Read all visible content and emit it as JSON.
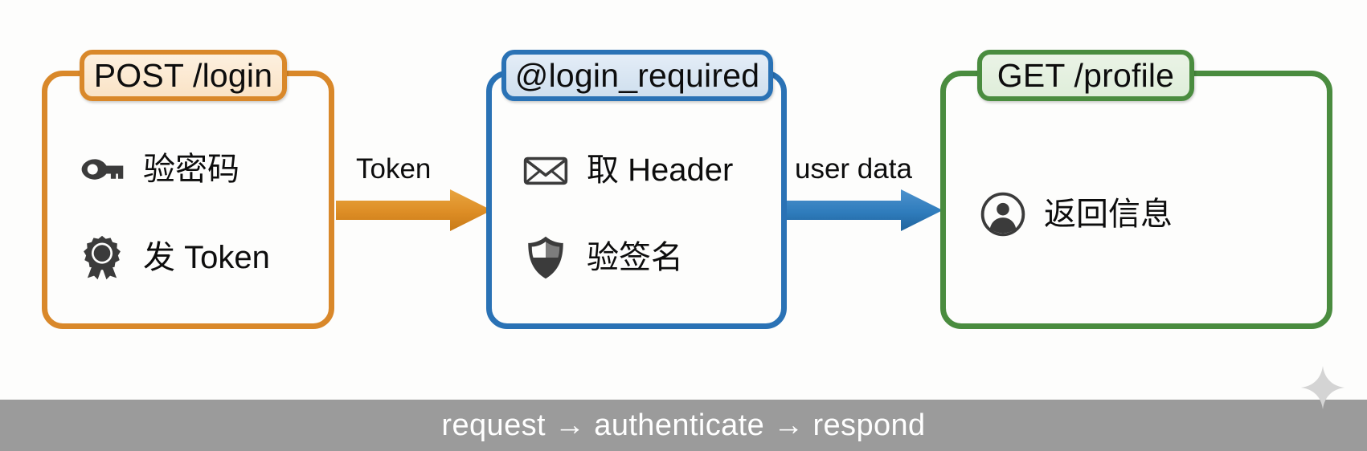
{
  "diagram": {
    "title_flow": "request → authenticate → respond",
    "cards": [
      {
        "id": "post-login",
        "header": "POST /login",
        "accent": "#d9882a",
        "rows": [
          {
            "icon": "key-icon",
            "label": "验密码"
          },
          {
            "icon": "award-badge-icon",
            "label": "发 Token"
          }
        ]
      },
      {
        "id": "login-required",
        "header": "@login_required",
        "accent": "#2a72b5",
        "rows": [
          {
            "icon": "envelope-icon",
            "label": "取 Header"
          },
          {
            "icon": "shield-icon",
            "label": "验签名"
          }
        ]
      },
      {
        "id": "get-profile",
        "header": "GET /profile",
        "accent": "#4a8c3f",
        "rows": [
          {
            "icon": "user-circle-icon",
            "label": "返回信息"
          }
        ]
      }
    ],
    "arrows": [
      {
        "id": "token-arrow",
        "label": "Token",
        "color": "#d9882a"
      },
      {
        "id": "user-data-arrow",
        "label": "user data",
        "color": "#2a72b5"
      }
    ],
    "caption": {
      "text": "request → authenticate → respond",
      "background": "#9b9b9b",
      "text_color": "#ffffff",
      "sparkle": "sparkle-icon"
    }
  }
}
